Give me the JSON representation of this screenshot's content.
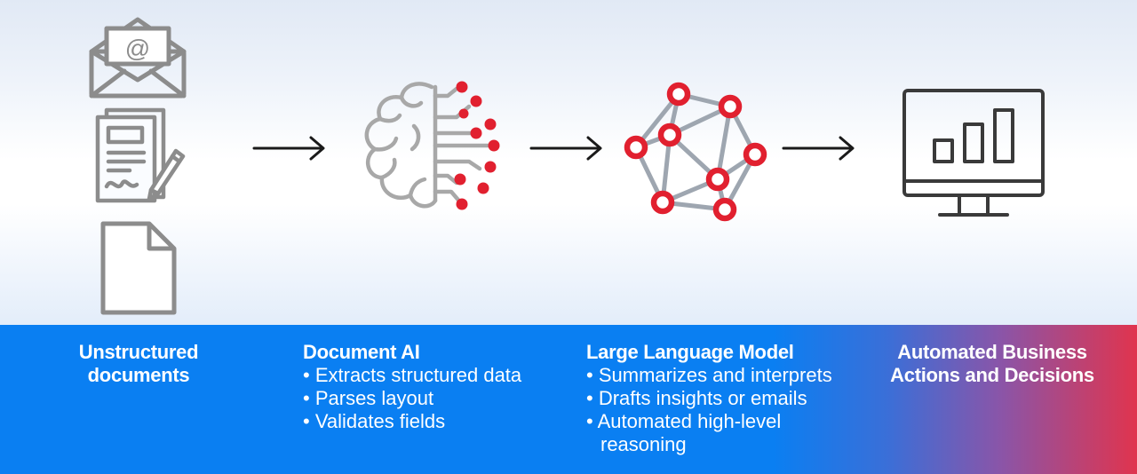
{
  "colors": {
    "icon_gray": "#8c8c8c",
    "node_red": "#e1202f",
    "band_blue": "#0a7ff2",
    "band_red": "#e0344e",
    "arrow": "#1a1a1a"
  },
  "icons": [
    "envelope-at-icon",
    "signed-document-icon",
    "blank-page-icon",
    "brain-network-icon",
    "neural-graph-icon",
    "monitor-chart-icon",
    "arrow-right-icon"
  ],
  "stages": [
    {
      "title": "Unstructured documents",
      "bullets": []
    },
    {
      "title": "Document AI",
      "bullets": [
        "Extracts structured data",
        "Parses layout",
        "Validates fields"
      ]
    },
    {
      "title": "Large Language Model",
      "bullets": [
        "Summarizes and interprets",
        "Drafts insights or emails",
        "Automated high-level reasoning"
      ]
    },
    {
      "title": "Automated Business Actions and Decisions",
      "bullets": []
    }
  ]
}
